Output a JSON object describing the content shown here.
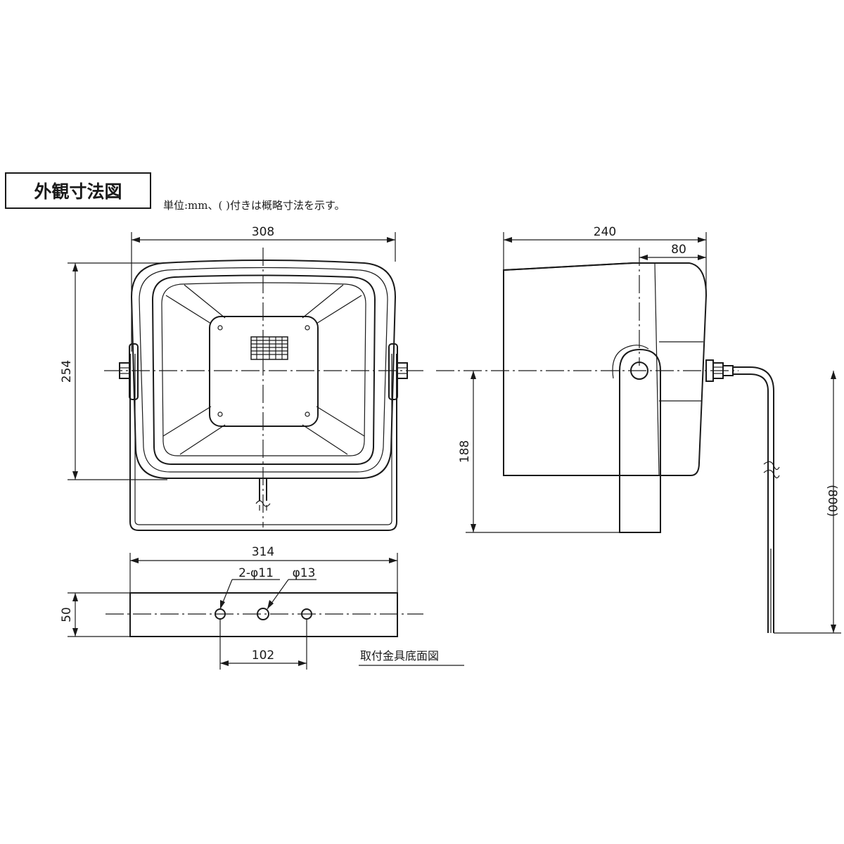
{
  "title": "外観寸法図",
  "unit_note": "単位:mm、( )付きは概略寸法を示す。",
  "front_view": {
    "width": "308",
    "height": "254"
  },
  "side_view": {
    "depth": "240",
    "bracket_offset": "80",
    "axis_height": "188",
    "cable_length": "(800)"
  },
  "bracket_view": {
    "length": "314",
    "width": "50",
    "holes_label": "2-φ11",
    "center_hole_label": "φ13",
    "hole_pitch": "102",
    "caption": "取付金具底面図"
  }
}
